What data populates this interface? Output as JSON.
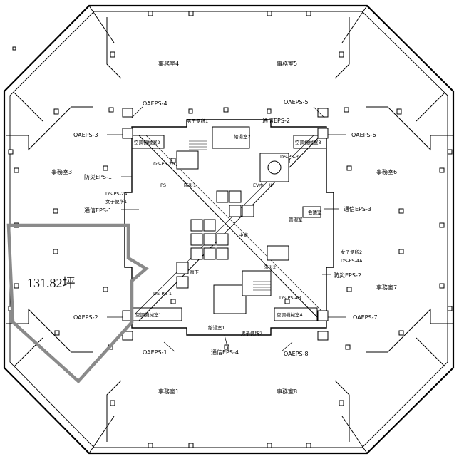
{
  "highlight": {
    "area_label": "131.82坪",
    "outline_color": "#8a8a8a"
  },
  "offices": {
    "room1": "事務室1",
    "room3": "事務室3",
    "room4": "事務室4",
    "room5": "事務室5",
    "room6": "事務室6",
    "room7": "事務室7",
    "room8": "事務室8"
  },
  "shafts": {
    "oaeps1": "OAEPS-1",
    "oaeps2": "OAEPS-2",
    "oaeps3": "OAEPS-3",
    "oaeps4": "OAEPS-4",
    "oaeps5": "OAEPS-5",
    "oaeps6": "OAEPS-6",
    "oaeps7": "OAEPS-7",
    "oaeps8": "OAEPS-8",
    "tsushin1": "通信EPS-1",
    "tsushin2": "通信EPS-2",
    "tsushin3": "通信EPS-3",
    "tsushin4": "通信EPS-4",
    "bousai1": "防災EPS-1",
    "bousai2": "防災EPS-2"
  },
  "core": {
    "kucho1": "空調機械室1",
    "kucho2": "空調機械室2",
    "kucho3": "空調機械室3",
    "kucho4": "空調機械室4",
    "mens1": "男子便所1",
    "mens2": "男子便所2",
    "womens1": "女子便所1",
    "womens2": "女子便所2",
    "ds1": "DS-PS-1",
    "ds2a": "DS-PS-2A",
    "ds2b": "DS-PS-2B",
    "ds3": "DS-PS-3",
    "ds4a": "DS-PS-4A",
    "ds4b": "DS-PS-4B",
    "kyutou1": "給湯室1",
    "kyutou2": "給湯室2",
    "bosai1": "防災1",
    "bosai2": "防災2",
    "kanri": "管理室",
    "lobby": "中廊",
    "corridor": "廊下",
    "kasai": "会議室",
    "pipe": "PS",
    "elev_hall": "EVホール"
  }
}
